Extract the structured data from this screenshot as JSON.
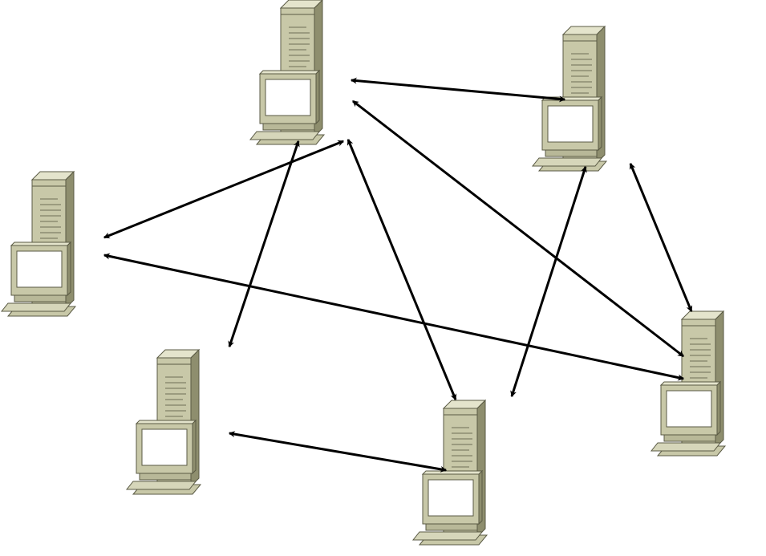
{
  "diagram": {
    "type": "network-topology",
    "title": "",
    "node_icon": "workstation-with-tower-server-icon",
    "nodes": [
      {
        "id": "top"
      },
      {
        "id": "top-right"
      },
      {
        "id": "left"
      },
      {
        "id": "right"
      },
      {
        "id": "bottom-left"
      },
      {
        "id": "bottom-center"
      }
    ],
    "links": [
      {
        "from": "top",
        "to": "top-right",
        "direction": "bidirectional"
      },
      {
        "from": "top",
        "to": "left",
        "direction": "bidirectional"
      },
      {
        "from": "top",
        "to": "bottom-left",
        "direction": "bidirectional"
      },
      {
        "from": "top",
        "to": "bottom-center",
        "direction": "bidirectional"
      },
      {
        "from": "top",
        "to": "right",
        "direction": "bidirectional"
      },
      {
        "from": "left",
        "to": "right",
        "direction": "bidirectional"
      },
      {
        "from": "top-right",
        "to": "bottom-center",
        "direction": "bidirectional"
      },
      {
        "from": "top-right",
        "to": "right",
        "direction": "bidirectional"
      },
      {
        "from": "bottom-left",
        "to": "bottom-center",
        "direction": "bidirectional"
      }
    ],
    "colors": {
      "device_body": "#c8c8a8",
      "device_side": "#8e8e6e",
      "device_top": "#e4e4cc",
      "device_outline": "#5a5a44",
      "screen": "#ffffff",
      "arrow": "#000000"
    }
  }
}
